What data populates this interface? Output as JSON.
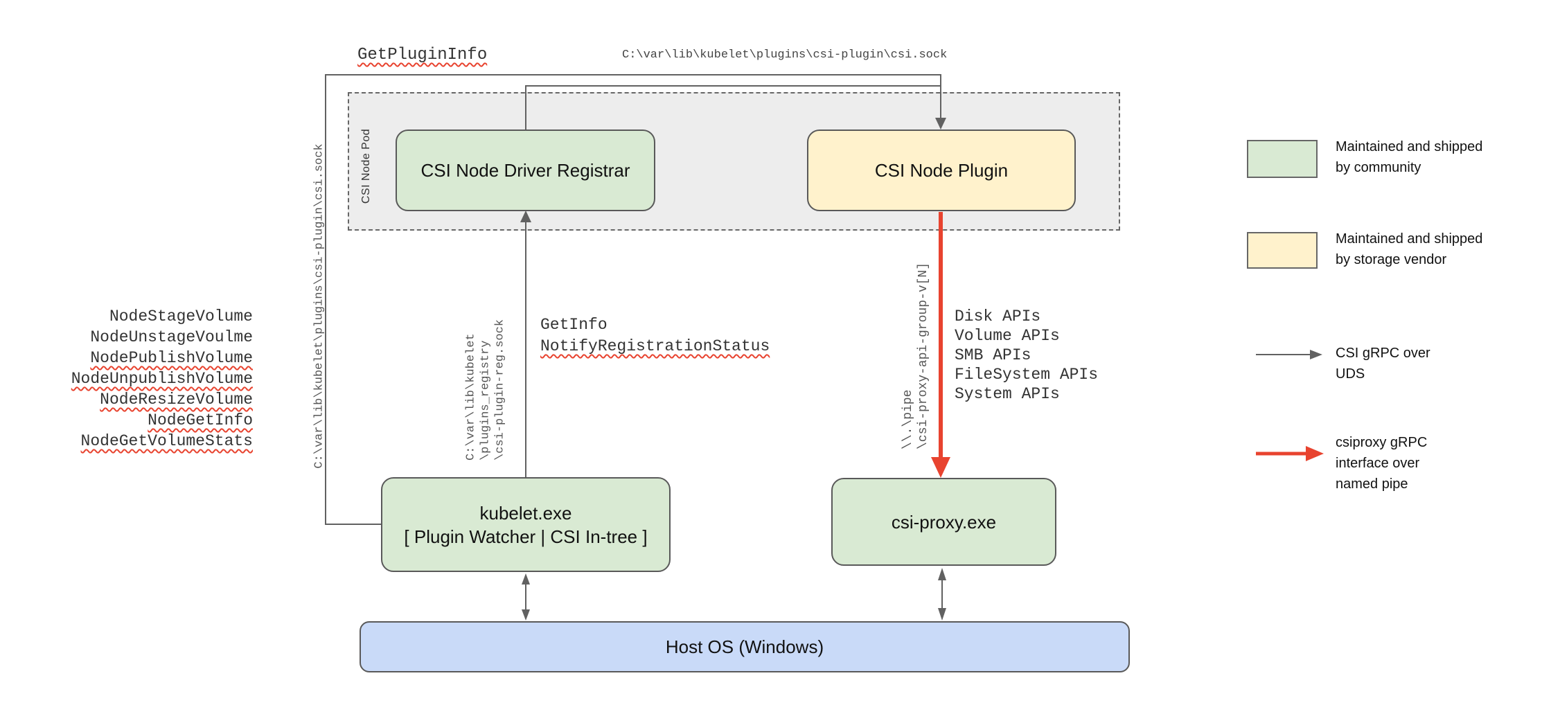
{
  "pod": {
    "label": "CSI Node Pod"
  },
  "boxes": {
    "registrar": "CSI Node Driver Registrar",
    "plugin": "CSI Node Plugin",
    "kubelet": "kubelet.exe\n[ Plugin Watcher | CSI In-tree ]",
    "csi_proxy": "csi-proxy.exe",
    "host_os": "Host OS (Windows)"
  },
  "labels": {
    "get_plugin_info": "GetPluginInfo",
    "csi_sock_path_top": "C:\\var\\lib\\kubelet\\plugins\\csi-plugin\\csi.sock",
    "csi_sock_path_left": "C:\\var\\lib\\kubelet\\plugins\\csi-plugin\\csi.sock",
    "get_info": "GetInfo",
    "notify_registration_status": "NotifyRegistrationStatus",
    "registry_sock_path": "C:\\var\\lib\\kubelet\n\\plugins_registry\n\\csi-plugin-reg.sock",
    "named_pipe_path": "\\\\.\\pipe\n\\csi-proxy-api-group-v[N]"
  },
  "node_rpcs": [
    "NodeStageVolume",
    "NodeUnstageVoulme",
    "NodePublishVolume",
    "NodeUnpublishVolume",
    "NodeResizeVolume",
    "NodeGetInfo",
    "NodeGetVolumeStats"
  ],
  "proxy_apis": [
    "Disk APIs",
    "Volume APIs",
    "SMB APIs",
    "FileSystem APIs",
    "System APIs"
  ],
  "legend": {
    "community": "Maintained and shipped\nby community",
    "vendor": "Maintained and shipped\nby storage vendor",
    "uds": "CSI gRPC over\nUDS",
    "pipe": "csiproxy gRPC\ninterface over\nnamed pipe"
  },
  "colors": {
    "community_green": "#d9ead3",
    "vendor_yellow": "#fff2cc",
    "host_os_blue": "#c9daf8",
    "pod_fill_gray": "#ededed",
    "uds_line_gray": "#616161",
    "pipe_line_red": "#e8432f",
    "spellcheck_red": "#e8432f"
  }
}
